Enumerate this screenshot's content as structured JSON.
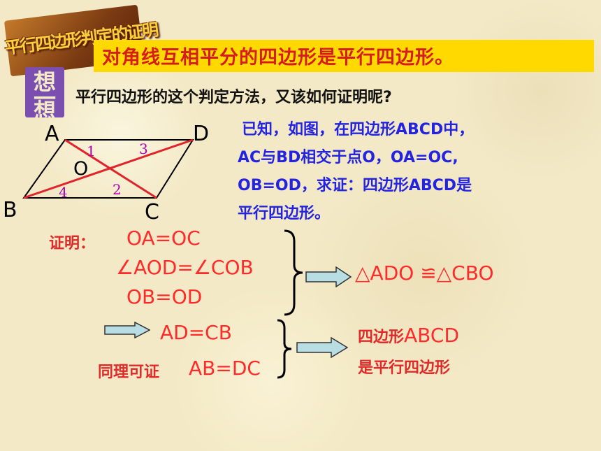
{
  "corner_banner": "平行四边形判定的证明",
  "title": "对角线互相平分的四边形是平行四边形。",
  "side_badge": [
    "想",
    "一",
    "想"
  ],
  "question": "平行四边形的这个判定方法，又该如何证明呢?",
  "given": [
    "已知，如图，在四边形ABCD中，",
    "AC与BD相交于点O，OA=OC,",
    "OB=OD，求证：四边形ABCD是",
    "平行四边形。"
  ],
  "figure": {
    "vertices": {
      "A": "A",
      "B": "B",
      "C": "C",
      "D": "D",
      "O": "O"
    },
    "angles": {
      "1": "1",
      "2": "2",
      "3": "3",
      "4": "4"
    }
  },
  "proof": {
    "label": "证明：",
    "eq1": "OA=OC",
    "eq2": "∠AOD=∠COB",
    "eq3": "OB=OD",
    "congruence": "△ADO ≌△CBO",
    "eq4": "AD=CB",
    "similar_label": "同理可证",
    "similar_value": "AB=DC",
    "conclusion_line1_prefix": "四边形",
    "conclusion_line1_name": "ABCD",
    "conclusion_line2": "是平行四边形"
  },
  "colors": {
    "background": "#f3e9c6",
    "title_bar": "#ffd900",
    "title_text": "#d61c1c",
    "given_text": "#2323e0",
    "proof_text": "#e02a2a",
    "arrow_fill": "#b8dde3",
    "badge": "#7a4fb0"
  }
}
